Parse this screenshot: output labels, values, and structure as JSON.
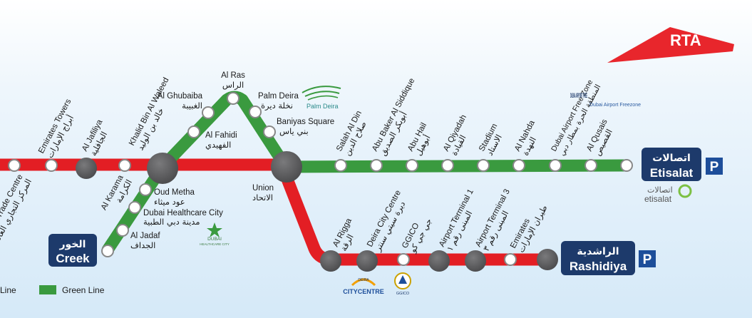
{
  "brand": {
    "logo_text": "RTA",
    "color": "#e8262c"
  },
  "colors": {
    "red_line": "#e31e24",
    "green_line": "#3a9a3f",
    "station_fill": "#ffffff",
    "interchange_fill": "#5a5a5c",
    "terminal_bg": "#1d3a6b",
    "parking_bg": "#1d4e9a"
  },
  "red_line_west": [
    {
      "en": "World Trade Centre",
      "ar": "المركز التجاري العالمي"
    },
    {
      "en": "Emirates Towers",
      "ar": "أبراج الإمارات"
    },
    {
      "en": "Al Jafiliya",
      "ar": "الجافلية"
    },
    {
      "en": "Al Karama",
      "ar": "الكرامة"
    },
    {
      "en": "Khalid Bin Al Waleed",
      "ar": "خالد بن الوليد"
    }
  ],
  "green_line_south": [
    {
      "en": "Oud Metha",
      "ar": "عود ميثاء"
    },
    {
      "en": "Dubai Healthcare City",
      "ar": "مدينة دبي الطبية"
    },
    {
      "en": "Al Jadaf",
      "ar": "الجداف"
    }
  ],
  "green_line_arc": [
    {
      "en": "Al Fahidi",
      "ar": "الفهيدي"
    },
    {
      "en": "Al Ghubaiba",
      "ar": "الغبيبة"
    },
    {
      "en": "Al Ras",
      "ar": "الراس"
    },
    {
      "en": "Palm Deira",
      "ar": "نخلة ديرة"
    },
    {
      "en": "Baniyas Square",
      "ar": "بني ياس"
    }
  ],
  "union": {
    "en": "Union",
    "ar": "الاتحاد"
  },
  "green_line_east": [
    {
      "en": "Salah Al Din",
      "ar": "صلاح الدين"
    },
    {
      "en": "Abu Baker Al Siddique",
      "ar": "أبوبكر الصديق"
    },
    {
      "en": "Abu Hail",
      "ar": "أبوهيل"
    },
    {
      "en": "Al Qiyadah",
      "ar": "القيادة"
    },
    {
      "en": "Stadium",
      "ar": "الاستاد"
    },
    {
      "en": "Al Nahda",
      "ar": "النهدة"
    },
    {
      "en": "Dubai Airport Free Zone",
      "ar": "المنطقة الحرة بمطار دبي"
    },
    {
      "en": "Al Qusais",
      "ar": "القصيص"
    }
  ],
  "red_line_east": [
    {
      "en": "Al Rigga",
      "ar": "الرقة"
    },
    {
      "en": "Deira City Centre",
      "ar": "ديرة سيتي سنتر"
    },
    {
      "en": "GGICO",
      "ar": "جي جي كو"
    },
    {
      "en": "Airport Terminal 1",
      "ar": "المبنى رقم ١"
    },
    {
      "en": "Airport Terminal 3",
      "ar": "المبنى رقم ٣"
    },
    {
      "en": "Emirates",
      "ar": "طيران الإمارات"
    }
  ],
  "terminals": {
    "etisalat": {
      "en": "Etisalat",
      "ar": "اتصالات"
    },
    "rashidiya": {
      "en": "Rashidiya",
      "ar": "الراشدية"
    },
    "creek": {
      "en": "Creek",
      "ar": "الخور"
    }
  },
  "parking": "P",
  "logos": {
    "palm_deira": "Palm Deira",
    "etisalat_brand": {
      "ar": "اتصالات",
      "en": "etisalat"
    },
    "dafz": {
      "big": "DUBAI AIRPORT FREE",
      "small": "Dubai Airport Freezone"
    },
    "dhcc": {
      "big": "DUBAI",
      "small": "HEALTHCARE CITY"
    },
    "city_centre": {
      "small": "DEIRA",
      "big": "CITYCENTRE"
    },
    "ggico": "GGICO"
  },
  "legend": {
    "red": "Line",
    "green": "Green Line"
  }
}
